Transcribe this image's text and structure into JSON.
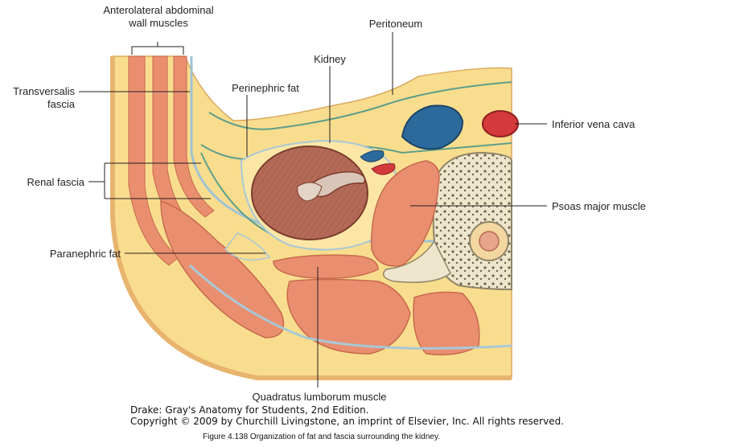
{
  "labels": {
    "anterolateral_line1": "Anterolateral abdominal",
    "anterolateral_line2": "wall muscles",
    "transversalis_line1": "Transversalis",
    "transversalis_line2": "fascia",
    "perinephric_fat": "Perinephric fat",
    "kidney": "Kidney",
    "peritoneum": "Peritoneum",
    "inferior_vena_cava": "Inferior vena cava",
    "renal_fascia": "Renal fascia",
    "psoas_major": "Psoas major muscle",
    "paranephric_fat": "Paranephric fat",
    "quadratus_lumborum": "Quadratus lumborum muscle"
  },
  "source": {
    "line1": "Drake: Gray's Anatomy for Students, 2nd Edition.",
    "line2": "Copyright © 2009 by Churchill Livingstone, an imprint of Elsevier, Inc. All rights reserved."
  },
  "caption": "Figure 4.138 Organization of fat and fascia surrounding the kidney.",
  "colors": {
    "fat": "#f8dc8a",
    "muscle": "#e98f70",
    "fascia": "#a9c8d6",
    "vein": "#2d6a9c",
    "artery": "#d4393b",
    "kidney": "#b36a57",
    "bone": "#ece4c8"
  }
}
